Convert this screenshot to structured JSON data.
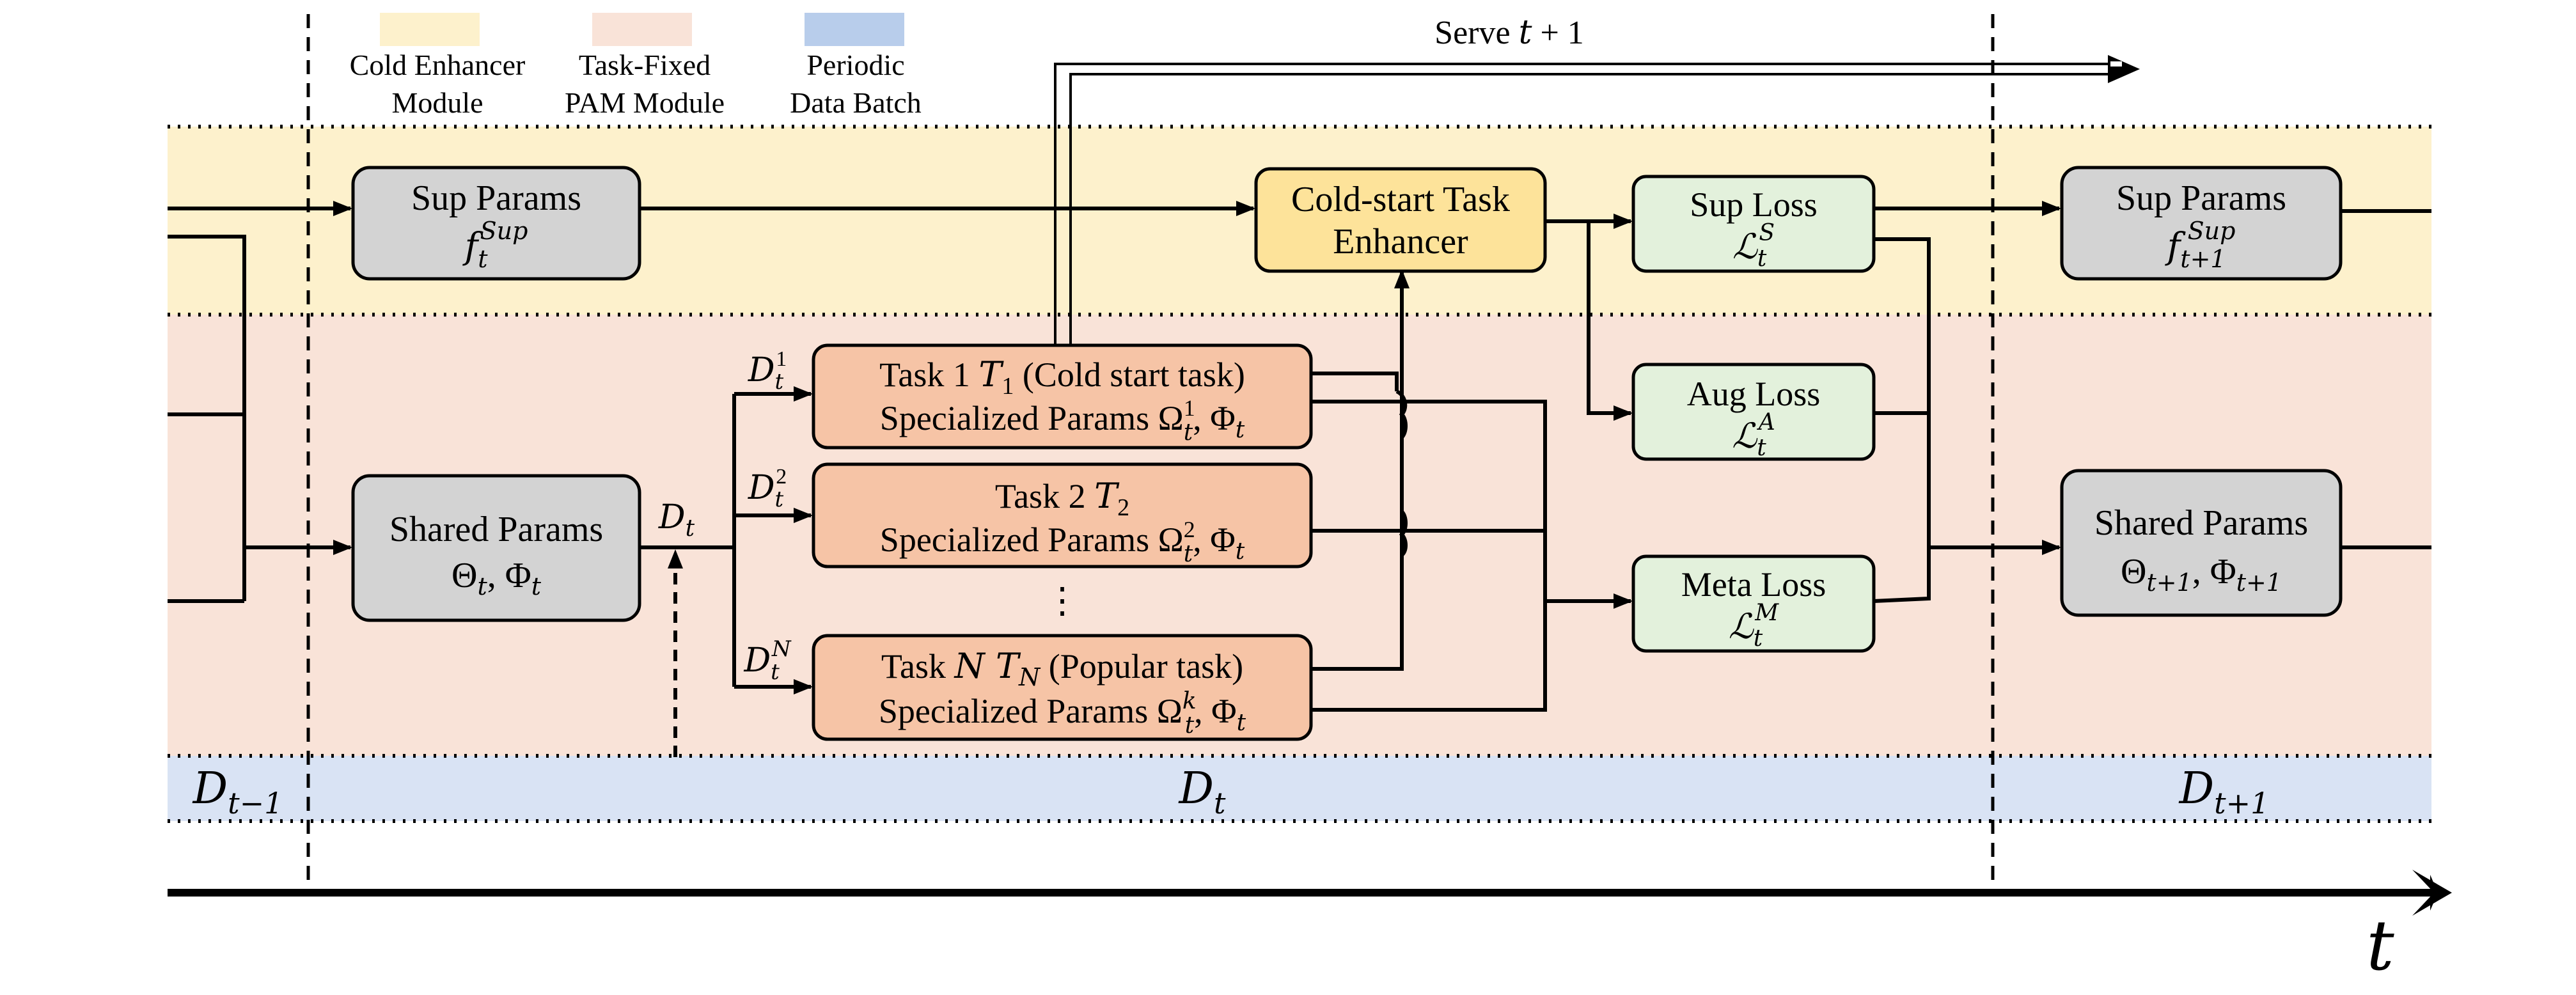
{
  "legend": {
    "cold_enhancer": {
      "line1": "Cold Enhancer",
      "line2": "Module"
    },
    "task_fixed": {
      "line1": "Task-Fixed",
      "line2": "PAM Module"
    },
    "periodic": {
      "line1": "Periodic",
      "line2": "Data Batch"
    }
  },
  "colors": {
    "cold_band": "#fdf1cc",
    "pam_band": "#f9e3d8",
    "data_band": "#d9e3f4",
    "legend_cold": "#fdf1cc",
    "legend_pam": "#f9e3d8",
    "legend_data": "#b8cdeb",
    "param_box": "#d3d3d3",
    "task_box": "#f6c4a6",
    "enhancer_box": "#fde39a",
    "loss_box": "#e3f1dc"
  },
  "serve": {
    "prefix": "Serve ",
    "var": "t",
    "suffix": " + 1"
  },
  "sup_params_left": {
    "title": "Sup Params",
    "var": "f",
    "sub": "t",
    "sup": "Sup"
  },
  "sup_params_right": {
    "title": "Sup Params",
    "var": "f",
    "sub": "t+1",
    "sup": "Sup"
  },
  "shared_params_left": {
    "title": "Shared Params",
    "expr": "Θ",
    "sub1": "t",
    "mid": ", Φ",
    "sub2": "t"
  },
  "shared_params_right": {
    "title": "Shared Params",
    "expr": "Θ",
    "sub1": "t+1",
    "mid": ", Φ",
    "sub2": "t+1"
  },
  "enhancer": {
    "line1": "Cold-start Task",
    "line2": "Enhancer"
  },
  "task1": {
    "pre": "Task 1 ",
    "var": "T",
    "sub": "1",
    "post": " (Cold start task)",
    "spec_pre": "Specialized Params Ω",
    "spec_sup": "1",
    "spec_sub": "t",
    "spec_post": ", Φ",
    "spec_sub2": "t"
  },
  "task2": {
    "pre": "Task 2 ",
    "var": "T",
    "sub": "2",
    "post": "",
    "spec_pre": "Specialized Params Ω",
    "spec_sup": "2",
    "spec_sub": "t",
    "spec_post": ", Φ",
    "spec_sub2": "t"
  },
  "taskN": {
    "pre": "Task ",
    "nvar": "N",
    "var": " T",
    "sub": "N",
    "post": " (Popular task)",
    "spec_pre": "Specialized Params Ω",
    "spec_sup": "k",
    "spec_sub": "t",
    "spec_post": ", Φ",
    "spec_sub2": "t"
  },
  "ellipsis": "⋮",
  "sup_loss": {
    "title": "Sup Loss",
    "var": "ℒ",
    "sub": "t",
    "sup": "S"
  },
  "aug_loss": {
    "title": "Aug Loss",
    "var": "ℒ",
    "sub": "t",
    "sup": "A"
  },
  "meta_loss": {
    "title": "Meta Loss",
    "var": "ℒ",
    "sub": "t",
    "sup": "M"
  },
  "dt_label": {
    "var": "D",
    "sub": "t"
  },
  "d1_label": {
    "var": "D",
    "sub": "t",
    "sup": "1"
  },
  "d2_label": {
    "var": "D",
    "sub": "t",
    "sup": "2"
  },
  "dN_label": {
    "var": "D",
    "sub": "t",
    "sup": "N"
  },
  "batches": {
    "prev": {
      "var": "D",
      "sub": "t−1"
    },
    "curr": {
      "var": "D",
      "sub": "t"
    },
    "next": {
      "var": "D",
      "sub": "t+1"
    }
  },
  "time_axis": {
    "var": "t"
  }
}
